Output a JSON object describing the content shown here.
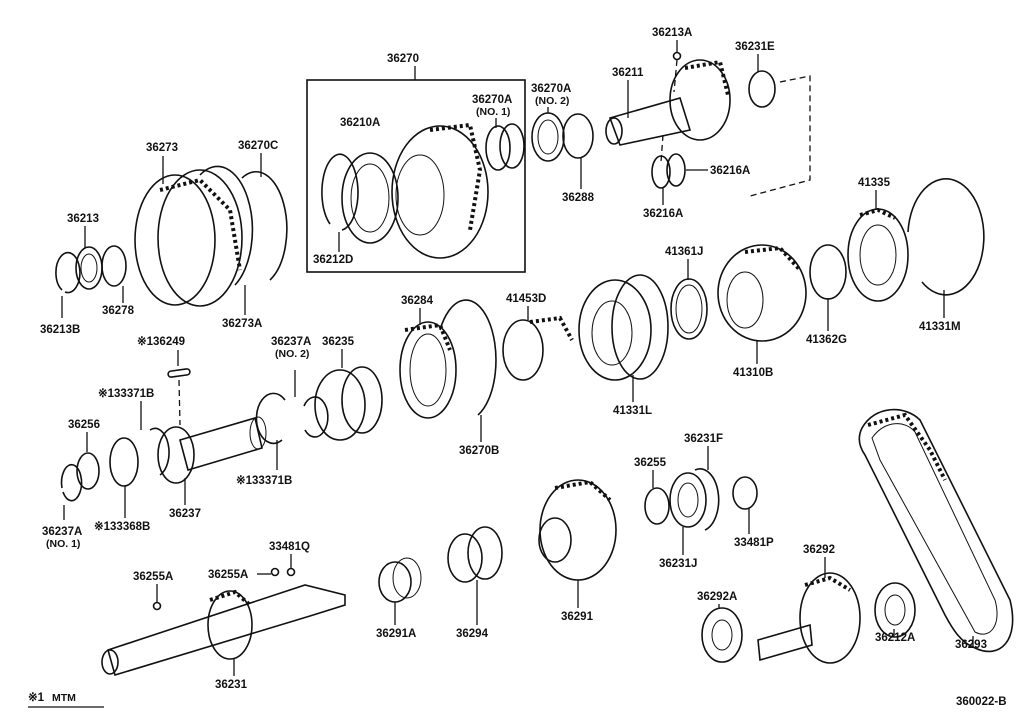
{
  "diagram": {
    "title": "Transfer gear assembly exploded view",
    "figure_code": "360022-B",
    "footnote": {
      "symbol": "※1",
      "text": "MTM"
    },
    "assembly_group": {
      "label": "36270"
    },
    "parts": [
      {
        "id": "36270",
        "label": "36270",
        "sub": ""
      },
      {
        "id": "36210A",
        "label": "36210A",
        "sub": ""
      },
      {
        "id": "36270A-1",
        "label": "36270A",
        "sub": "(NO. 1)"
      },
      {
        "id": "36212D",
        "label": "36212D",
        "sub": ""
      },
      {
        "id": "36270A-2",
        "label": "36270A",
        "sub": "(NO. 2)"
      },
      {
        "id": "36288",
        "label": "36288",
        "sub": ""
      },
      {
        "id": "36213A",
        "label": "36213A",
        "sub": ""
      },
      {
        "id": "36211",
        "label": "36211",
        "sub": ""
      },
      {
        "id": "36231E",
        "label": "36231E",
        "sub": ""
      },
      {
        "id": "36216A-a",
        "label": "36216A",
        "sub": ""
      },
      {
        "id": "36216A-b",
        "label": "36216A",
        "sub": ""
      },
      {
        "id": "36273",
        "label": "36273",
        "sub": ""
      },
      {
        "id": "36270C",
        "label": "36270C",
        "sub": ""
      },
      {
        "id": "36213",
        "label": "36213",
        "sub": ""
      },
      {
        "id": "36213B",
        "label": "36213B",
        "sub": ""
      },
      {
        "id": "36278",
        "label": "36278",
        "sub": ""
      },
      {
        "id": "36273A",
        "label": "36273A",
        "sub": ""
      },
      {
        "id": "41335",
        "label": "41335",
        "sub": ""
      },
      {
        "id": "41361J",
        "label": "41361J",
        "sub": ""
      },
      {
        "id": "41362G",
        "label": "41362G",
        "sub": ""
      },
      {
        "id": "41331M",
        "label": "41331M",
        "sub": ""
      },
      {
        "id": "41310B",
        "label": "41310B",
        "sub": ""
      },
      {
        "id": "36284",
        "label": "36284",
        "sub": ""
      },
      {
        "id": "41453D",
        "label": "41453D",
        "sub": ""
      },
      {
        "id": "41331L",
        "label": "41331L",
        "sub": ""
      },
      {
        "id": "36270B",
        "label": "36270B",
        "sub": ""
      },
      {
        "id": "36237A-2",
        "label": "36237A",
        "sub": "(NO. 2)"
      },
      {
        "id": "36235",
        "label": "36235",
        "sub": ""
      },
      {
        "id": "136249",
        "label": "※136249",
        "sub": ""
      },
      {
        "id": "133371B-a",
        "label": "※133371B",
        "sub": ""
      },
      {
        "id": "133371B-b",
        "label": "※133371B",
        "sub": ""
      },
      {
        "id": "36256",
        "label": "36256",
        "sub": ""
      },
      {
        "id": "36237A-1",
        "label": "36237A",
        "sub": "(NO. 1)"
      },
      {
        "id": "133368B",
        "label": "※133368B",
        "sub": ""
      },
      {
        "id": "36237",
        "label": "36237",
        "sub": ""
      },
      {
        "id": "36255A-a",
        "label": "36255A",
        "sub": ""
      },
      {
        "id": "36255A-b",
        "label": "36255A",
        "sub": ""
      },
      {
        "id": "33481Q",
        "label": "33481Q",
        "sub": ""
      },
      {
        "id": "36231",
        "label": "36231",
        "sub": ""
      },
      {
        "id": "36291A",
        "label": "36291A",
        "sub": ""
      },
      {
        "id": "36294",
        "label": "36294",
        "sub": ""
      },
      {
        "id": "36291",
        "label": "36291",
        "sub": ""
      },
      {
        "id": "36255",
        "label": "36255",
        "sub": ""
      },
      {
        "id": "36231F",
        "label": "36231F",
        "sub": ""
      },
      {
        "id": "36231J",
        "label": "36231J",
        "sub": ""
      },
      {
        "id": "33481P",
        "label": "33481P",
        "sub": ""
      },
      {
        "id": "36292",
        "label": "36292",
        "sub": ""
      },
      {
        "id": "36292A",
        "label": "36292A",
        "sub": ""
      },
      {
        "id": "36212A",
        "label": "36212A",
        "sub": ""
      },
      {
        "id": "36293",
        "label": "36293",
        "sub": ""
      }
    ]
  }
}
